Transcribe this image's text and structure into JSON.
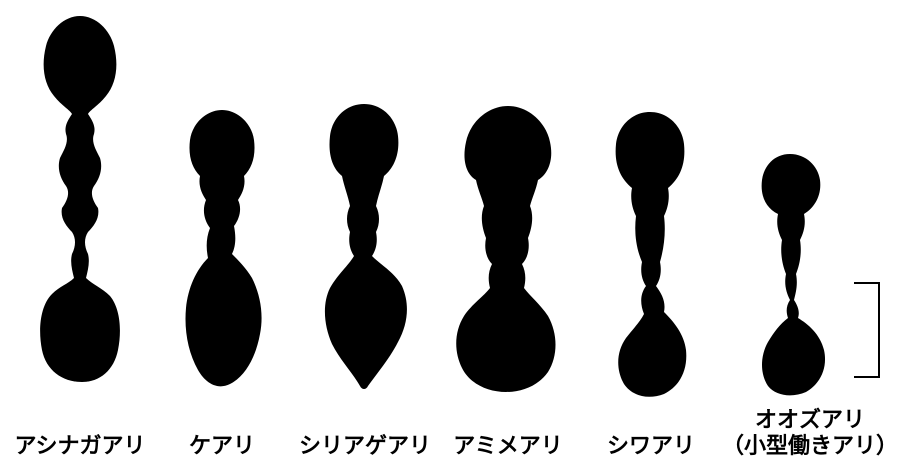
{
  "colors": {
    "silhouette": "#000000",
    "background": "#ffffff"
  },
  "ants": [
    {
      "id": "ashinaga",
      "label": "アシナガアリ"
    },
    {
      "id": "kearie",
      "label": "ケアリ"
    },
    {
      "id": "shiriage",
      "label": "シリアゲアリ"
    },
    {
      "id": "amime",
      "label": "アミメアリ"
    },
    {
      "id": "shiwa",
      "label": "シワアリ"
    },
    {
      "id": "oozu",
      "label": "オオズアリ",
      "sublabel": "（小型働きアリ）"
    }
  ]
}
